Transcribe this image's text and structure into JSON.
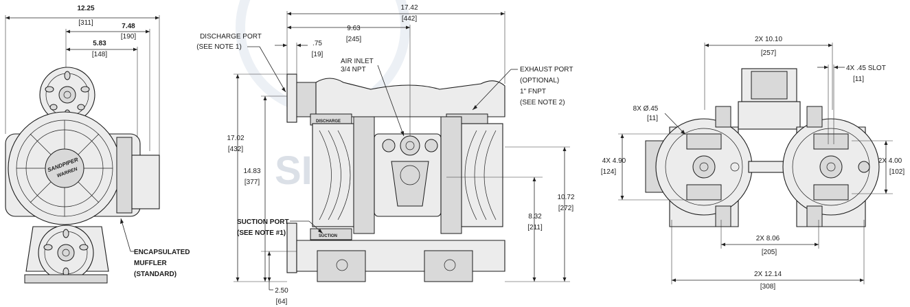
{
  "watermark": {
    "brand_text": "SINGER"
  },
  "left_view": {
    "dims": [
      {
        "id": "overall_width",
        "value": "12.25",
        "metric": "[311]"
      },
      {
        "id": "width_b",
        "value": "7.48",
        "metric": "[190]"
      },
      {
        "id": "width_c",
        "value": "5.83",
        "metric": "[148]"
      }
    ],
    "logo": {
      "line1": "SANDPIPER",
      "line2": "WARREN"
    },
    "callouts": [
      {
        "id": "muffler",
        "lines": [
          "ENCAPSULATED",
          "MUFFLER",
          "(STANDARD)"
        ]
      }
    ]
  },
  "center_view": {
    "dims": [
      {
        "id": "overall_width",
        "value": "17.42",
        "metric": "[442]"
      },
      {
        "id": "inlet_offset",
        "value": "9.63",
        "metric": "[245]"
      },
      {
        "id": "flange",
        "value": ".75",
        "metric": "[19]"
      },
      {
        "id": "overall_height",
        "value": "17.02",
        "metric": "[432]"
      },
      {
        "id": "discharge_height",
        "value": "14.83",
        "metric": "[377]"
      },
      {
        "id": "exhaust_height",
        "value": "10.72",
        "metric": "[272]"
      },
      {
        "id": "air_height",
        "value": "8.32",
        "metric": "[211]"
      },
      {
        "id": "suction_height",
        "value": "2.50",
        "metric": "[64]"
      }
    ],
    "callouts": [
      {
        "id": "discharge",
        "lines": [
          "DISCHARGE PORT",
          "(SEE NOTE 1)"
        ]
      },
      {
        "id": "air_inlet",
        "lines": [
          "AIR INLET",
          "3/4 NPT"
        ]
      },
      {
        "id": "exhaust",
        "lines": [
          "EXHAUST PORT",
          "(OPTIONAL)",
          "1\" FNPT",
          "(SEE NOTE 2)"
        ]
      },
      {
        "id": "suction",
        "lines": [
          "SUCTION PORT",
          "(SEE NOTE #1)"
        ]
      }
    ],
    "part_labels": {
      "discharge": "DISCHARGE",
      "suction": "SUCTION"
    }
  },
  "right_view": {
    "dims": [
      {
        "id": "top_width",
        "value": "2X 10.10",
        "metric": "[257]"
      },
      {
        "id": "slot",
        "value": "4X .45 SLOT",
        "metric": "[11]"
      },
      {
        "id": "holes",
        "value": "8X Ø.45",
        "metric": "[11]"
      },
      {
        "id": "left_height",
        "value": "4X 4.90",
        "metric": "[124]"
      },
      {
        "id": "right_height",
        "value": "2X 4.00",
        "metric": "[102]"
      },
      {
        "id": "bolt_span",
        "value": "2X 8.06",
        "metric": "[205]"
      },
      {
        "id": "base_width",
        "value": "2X 12.14",
        "metric": "[308]"
      }
    ]
  }
}
